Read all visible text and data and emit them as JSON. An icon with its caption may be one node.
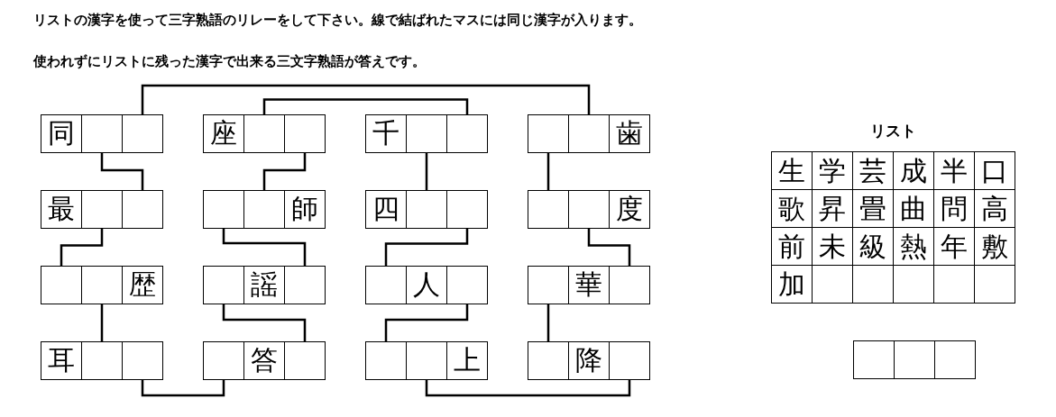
{
  "diagram": {
    "nodes": [
      {
        "text": [
          "同"
        ]
      },
      {
        "text": [],
        "shape": "box"
      },
      {
        "text": [],
        "shape": "box"
      },
      {
        "text": [
          "座"
        ]
      },
      {
        "text": [],
        "shape": "box"
      },
      {
        "text": [],
        "shape": "box"
      },
      {
        "text": [
          "千"
        ]
      },
      {
        "text": [],
        "shape": "box"
      },
      {
        "text": [],
        "shape": "box"
      },
      {
        "text": [],
        "shape": "box"
      },
      {
        "text": [],
        "shape": "box"
      },
      {
        "text": [
          "歯"
        ]
      },
      {
        "text": [
          "最"
        ]
      },
      {
        "text": [],
        "shape": "box"
      },
      {
        "text": [],
        "shape": "box"
      },
      {
        "text": [],
        "shape": "box"
      },
      {
        "text": [],
        "shape": "box"
      },
      {
        "text": [
          "師"
        ]
      },
      {
        "text": [
          "四"
        ]
      },
      {
        "text": [],
        "shape": "box"
      },
      {
        "text": [],
        "shape": "box"
      },
      {
        "text": [],
        "shape": "box"
      },
      {
        "text": [],
        "shape": "box"
      },
      {
        "text": [
          "度"
        ]
      },
      {
        "text": [],
        "shape": "box"
      },
      {
        "text": [],
        "shape": "box"
      },
      {
        "text": [
          "歴"
        ]
      },
      {
        "text": [],
        "shape": "box"
      },
      {
        "text": [
          "謡"
        ]
      },
      {
        "text": [],
        "shape": "box"
      },
      {
        "text": [],
        "shape": "box"
      },
      {
        "text": [
          "人"
        ]
      },
      {
        "text": [],
        "shape": "box"
      },
      {
        "text": [],
        "shape": "box"
      },
      {
        "text": [
          "華"
        ]
      },
      {
        "text": [],
        "shape": "box"
      },
      {
        "text": [
          "耳"
        ]
      },
      {
        "text": [],
        "shape": "box"
      },
      {
        "text": [],
        "shape": "box"
      },
      {
        "text": [],
        "shape": "box"
      },
      {
        "text": [
          "答"
        ]
      },
      {
        "text": [],
        "shape": "box"
      },
      {
        "text": [],
        "shape": "box"
      },
      {
        "text": [],
        "shape": "box"
      },
      {
        "text": [
          "上"
        ]
      },
      {
        "text": [],
        "shape": "box"
      },
      {
        "text": [
          "降"
        ]
      },
      {
        "text": [],
        "shape": "box"
      },
      {
        "text": [
          "リスト"
        ]
      },
      {
        "text": [
          "生"
        ],
        "in": 48
      },
      {
        "text": [
          "学"
        ],
        "in": 48
      },
      {
        "text": [
          "芸"
        ],
        "in": 48
      },
      {
        "text": [
          "成"
        ],
        "in": 48
      },
      {
        "text": [
          "半"
        ],
        "in": 48
      },
      {
        "text": [
          "口"
        ],
        "in": 48
      },
      {
        "text": [
          "歌"
        ],
        "in": 48
      },
      {
        "text": [
          "昇"
        ],
        "in": 48
      },
      {
        "text": [
          "畳"
        ],
        "in": 48
      },
      {
        "text": [
          "曲"
        ],
        "in": 48
      },
      {
        "text": [
          "問"
        ],
        "in": 48
      },
      {
        "text": [
          "高"
        ],
        "in": 48
      },
      {
        "text": [
          "前"
        ],
        "in": 48
      },
      {
        "text": [
          "未"
        ],
        "in": 48
      },
      {
        "text": [
          "級"
        ],
        "in": 48
      },
      {
        "text": [
          "熱"
        ],
        "in": 48
      },
      {
        "text": [
          "年"
        ],
        "in": 48
      },
      {
        "text": [
          "敷"
        ],
        "in": 48
      },
      {
        "text": [
          "加"
        ],
        "in": 48
      },
      {
        "text": [],
        "shape": "box",
        "in": 48
      },
      {
        "text": [],
        "shape": "box",
        "in": 48
      },
      {
        "text": [],
        "shape": "box",
        "in": 48
      },
      {
        "text": [],
        "shape": "box",
        "in": 48
      },
      {
        "text": [],
        "shape": "box",
        "in": 48
      },
      {
        "text": [],
        "shape": "box"
      },
      {
        "text": [],
        "shape": "box"
      },
      {
        "text": [],
        "shape": "box"
      }
    ],
    "edges": [
      {
        "from": 2,
        "to": 10,
        "arrow": "none"
      },
      {
        "from": 4,
        "to": 8,
        "arrow": "none"
      },
      {
        "from": 1,
        "to": 14,
        "arrow": "none"
      },
      {
        "from": 5,
        "to": 16,
        "arrow": "none"
      },
      {
        "from": 7,
        "to": 19,
        "arrow": "none"
      },
      {
        "from": 9,
        "to": 21,
        "arrow": "none"
      },
      {
        "from": 13,
        "to": 24,
        "arrow": "none"
      },
      {
        "from": 15,
        "to": 29,
        "arrow": "none"
      },
      {
        "from": 20,
        "to": 30,
        "arrow": "none"
      },
      {
        "from": 22,
        "to": 35,
        "arrow": "none"
      },
      {
        "from": 25,
        "to": 37,
        "arrow": "none"
      },
      {
        "from": 27,
        "to": 41,
        "arrow": "none"
      },
      {
        "from": 32,
        "to": 42,
        "arrow": "none"
      },
      {
        "from": 33,
        "to": 45,
        "arrow": "none"
      },
      {
        "from": 38,
        "to": 39,
        "arrow": "none"
      },
      {
        "from": 43,
        "to": 47,
        "arrow": "none"
      }
    ],
    "labels": [
      "リストの漢字を使って三字熟語のリレーをして下さい。線で結ばれたマスには同じ漢字が入ります。",
      "使われずにリストに残った漢字で出来る三文字熟語が答えです。"
    ]
  }
}
